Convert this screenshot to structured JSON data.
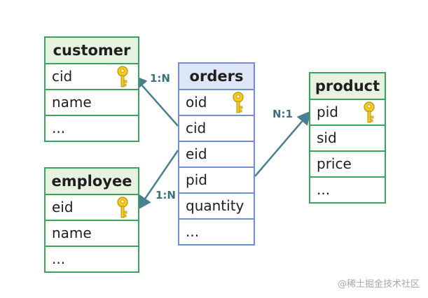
{
  "entities": {
    "customer": {
      "title": "customer",
      "fields": [
        "cid",
        "name",
        "..."
      ]
    },
    "employee": {
      "title": "employee",
      "fields": [
        "eid",
        "name",
        "..."
      ]
    },
    "orders": {
      "title": "orders",
      "fields": [
        "oid",
        "cid",
        "eid",
        "pid",
        "quantity",
        "..."
      ]
    },
    "product": {
      "title": "product",
      "fields": [
        "pid",
        "sid",
        "price",
        "..."
      ]
    }
  },
  "relations": {
    "customer_orders": "1:N",
    "employee_orders": "1:N",
    "orders_product": "N:1"
  },
  "colors": {
    "entity_border": "#3aa55a",
    "entity_header": "#e6f3e0",
    "orders_border": "#6f8fd0",
    "orders_header": "#dce6f6",
    "arrow": "#4a7f92",
    "key": "#f5cc1a"
  },
  "icons": {
    "primary_key": "key-icon"
  },
  "watermark": "@稀土掘金技术社区"
}
